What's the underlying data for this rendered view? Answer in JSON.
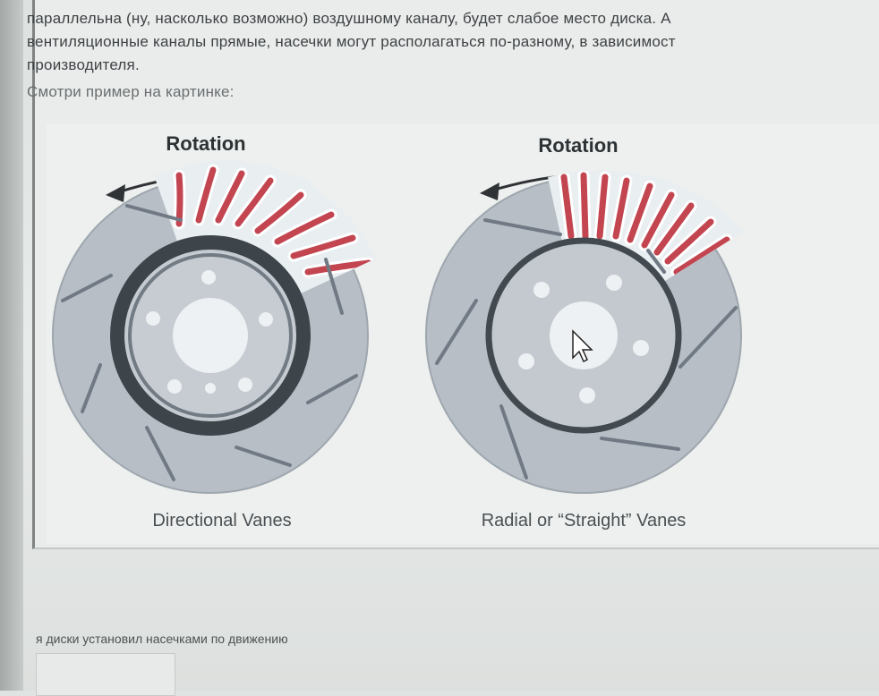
{
  "post": {
    "lines": [
      "параллельна (ну, насколько возможно) воздушному каналу, будет слабое место диска. А",
      "вентиляционные каналы прямые, насечки могут располагаться по-разному, в зависимост",
      "производителя."
    ],
    "look_prompt": "Смотри пример на картинке:"
  },
  "figure": {
    "left_rotation": "Rotation",
    "right_rotation": "Rotation",
    "left_caption": "Directional Vanes",
    "right_caption": "Radial or “Straight” Vanes"
  },
  "reply": {
    "text": "я диски установил насечками по движению"
  },
  "colors": {
    "vane_red": "#c24550",
    "disc_gray": "#b7bec6",
    "hub_dark": "#424a50"
  }
}
